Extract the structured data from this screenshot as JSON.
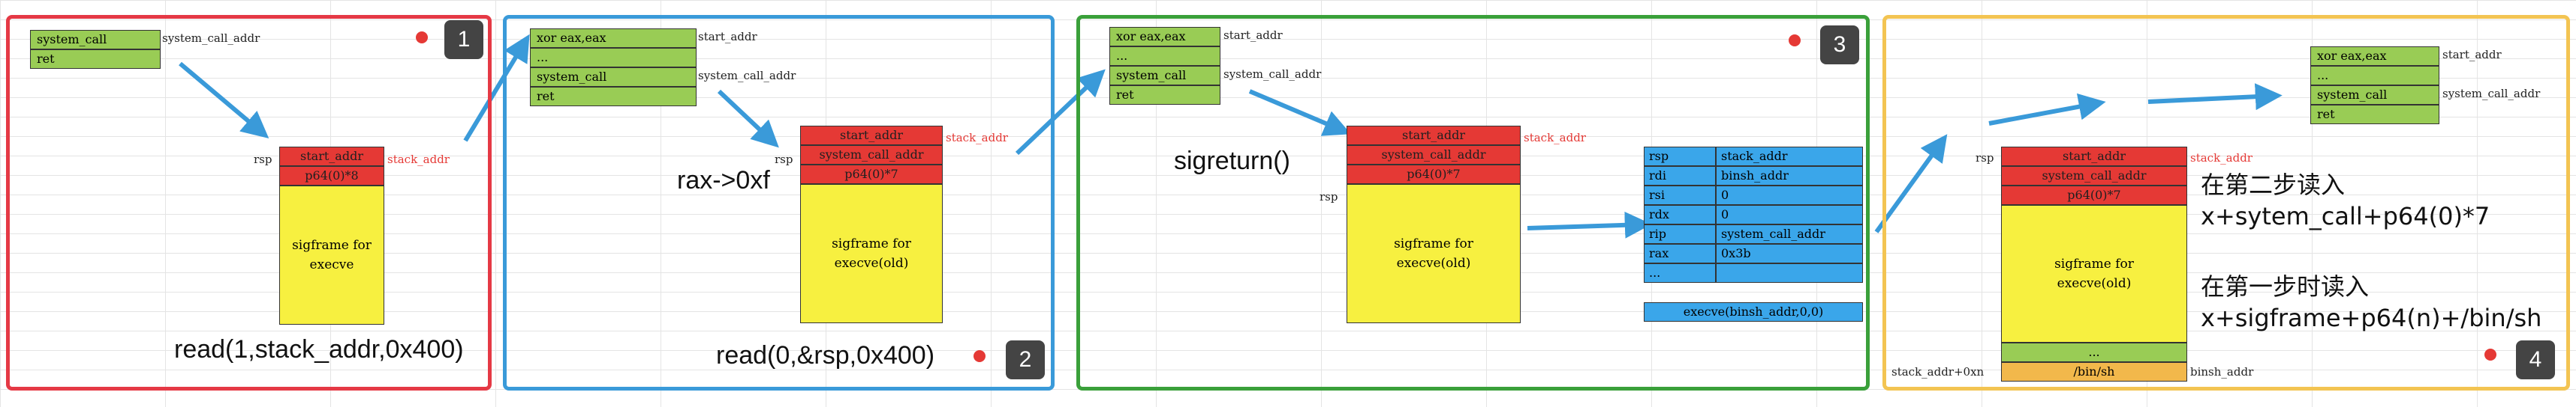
{
  "panel1": {
    "badge": "1",
    "code": [
      "system_call",
      "ret"
    ],
    "code_label": "system_call_addr",
    "rsp": "rsp",
    "stack": [
      "start_addr",
      "p64(0)*8"
    ],
    "stack_label": "stack_addr",
    "frame": "sigframe for execve",
    "call": "read(1,stack_addr,0x400)"
  },
  "panel2": {
    "badge": "2",
    "code": [
      "xor eax,eax",
      "...",
      "system_call",
      "ret"
    ],
    "start_label": "start_addr",
    "syscall_label": "system_call_addr",
    "rax_note": "rax->0xf",
    "rsp": "rsp",
    "stack": [
      "start_addr",
      "system_call_addr",
      "p64(0)*7"
    ],
    "stack_label": "stack_addr",
    "frame": "sigframe for execve(old)",
    "call": "read(0,&rsp,0x400)"
  },
  "panel3": {
    "badge": "3",
    "code": [
      "xor eax,eax",
      "...",
      "system_call",
      "ret"
    ],
    "start_label": "start_addr",
    "syscall_label": "system_call_addr",
    "note": "sigreturn()",
    "rsp": "rsp",
    "stack": [
      "start_addr",
      "system_call_addr",
      "p64(0)*7"
    ],
    "stack_label": "stack_addr",
    "frame": "sigframe for execve(old)",
    "regs": [
      {
        "reg": "rsp",
        "val": "stack_addr"
      },
      {
        "reg": "rdi",
        "val": "binsh_addr"
      },
      {
        "reg": "rsi",
        "val": "0"
      },
      {
        "reg": "rdx",
        "val": "0"
      },
      {
        "reg": "rip",
        "val": "system_call_addr"
      },
      {
        "reg": "rax",
        "val": "0x3b"
      },
      {
        "reg": "...",
        "val": ""
      }
    ],
    "execve": "execve(binsh_addr,0,0)"
  },
  "panel4": {
    "badge": "4",
    "code": [
      "xor eax,eax",
      "...",
      "system_call",
      "ret"
    ],
    "start_label": "start_addr",
    "syscall_label": "system_call_addr",
    "rsp": "rsp",
    "stack": [
      "start_addr",
      "system_call_addr",
      "p64(0)*7"
    ],
    "stack_label": "stack_addr",
    "frame": "sigframe for execve(old)",
    "dots": "...",
    "binsh": "/bin/sh",
    "left_label": "stack_addr+0xn",
    "binsh_label": "binsh_addr",
    "note1_line1": "在第二步读入",
    "note1_line2": "x+sytem_call+p64(0)*7",
    "note2_line1": "在第一步时读入",
    "note2_line2": "x+sigframe+p64(n)+/bin/sh"
  },
  "colors": {
    "panel1": "#e53945",
    "panel2": "#3a9ad9",
    "panel3": "#3aa03a",
    "panel4": "#f3c452",
    "arrow": "#3a9ad9"
  }
}
